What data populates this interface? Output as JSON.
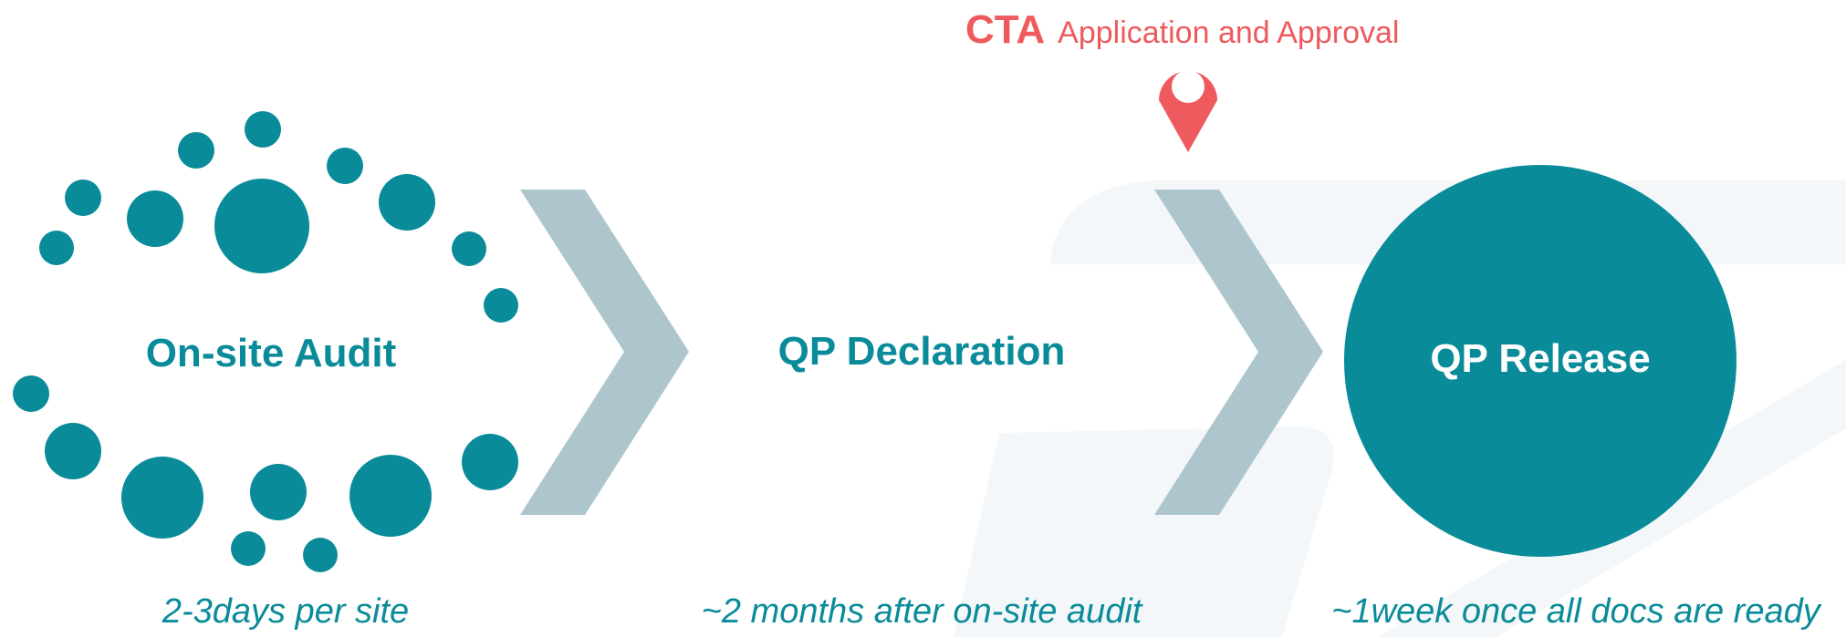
{
  "steps": [
    {
      "label": "On-site Audit",
      "duration": "2-3days per site"
    },
    {
      "label": "QP Declaration",
      "duration": "~2 months after on-site audit"
    },
    {
      "label": "QP Release",
      "duration": "~1week once all docs are ready"
    }
  ],
  "milestone": {
    "acronym": "CTA",
    "text": "Application and Approval",
    "icon": "map-pin-icon"
  },
  "colors": {
    "teal": "#0A8B99",
    "chevron": "#ADC5CC",
    "accent": "#EE5A5D",
    "watermark": "#F4F7F9"
  }
}
